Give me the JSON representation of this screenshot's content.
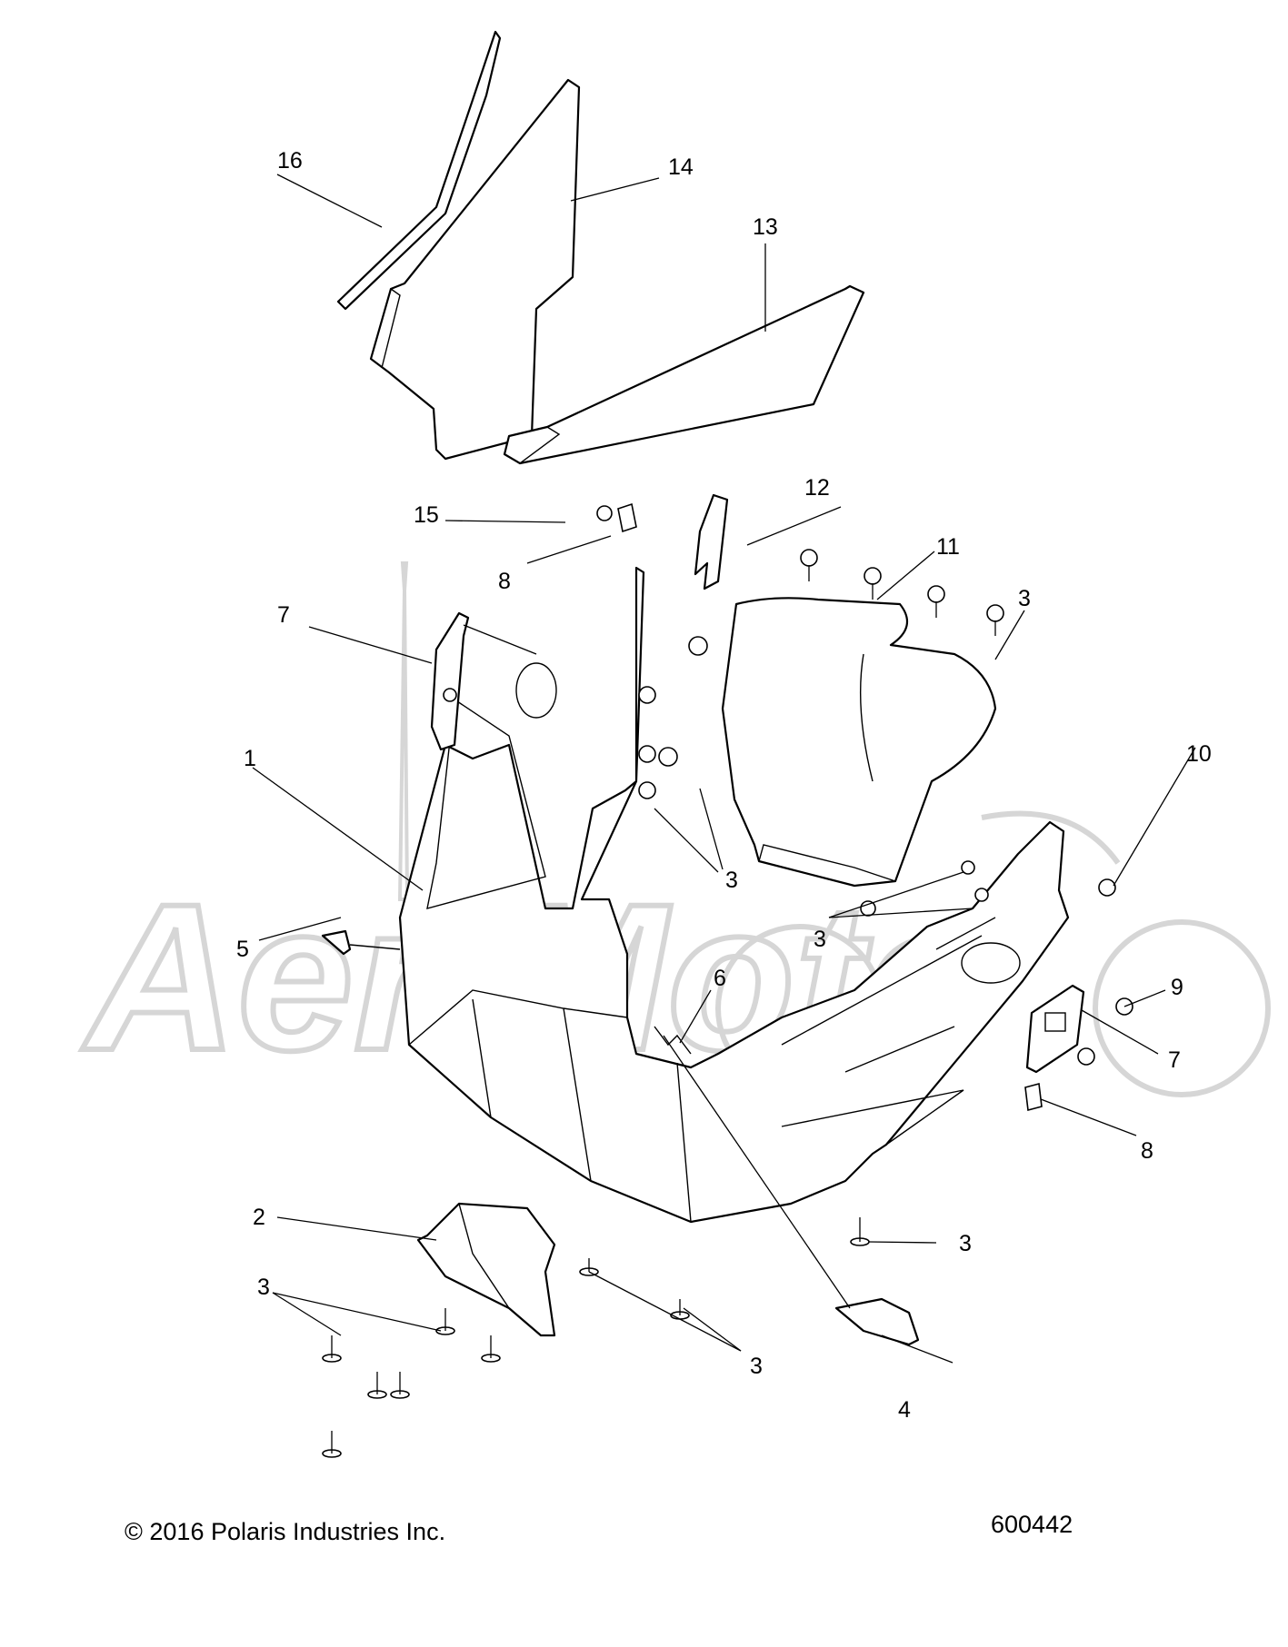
{
  "diagram": {
    "watermark": {
      "text": "AeriMoto",
      "color": "#d6d6d6"
    },
    "callouts": [
      {
        "id": "c1",
        "label": "1"
      },
      {
        "id": "c2",
        "label": "2"
      },
      {
        "id": "c3a",
        "label": "3"
      },
      {
        "id": "c3b",
        "label": "3"
      },
      {
        "id": "c3c",
        "label": "3"
      },
      {
        "id": "c3d",
        "label": "3"
      },
      {
        "id": "c3e",
        "label": "3"
      },
      {
        "id": "c3f",
        "label": "3"
      },
      {
        "id": "c4",
        "label": "4"
      },
      {
        "id": "c5",
        "label": "5"
      },
      {
        "id": "c6",
        "label": "6"
      },
      {
        "id": "c7a",
        "label": "7"
      },
      {
        "id": "c7b",
        "label": "7"
      },
      {
        "id": "c8a",
        "label": "8"
      },
      {
        "id": "c8b",
        "label": "8"
      },
      {
        "id": "c9",
        "label": "9"
      },
      {
        "id": "c10",
        "label": "10"
      },
      {
        "id": "c11",
        "label": "11"
      },
      {
        "id": "c12",
        "label": "12"
      },
      {
        "id": "c13",
        "label": "13"
      },
      {
        "id": "c14",
        "label": "14"
      },
      {
        "id": "c15",
        "label": "15"
      },
      {
        "id": "c16",
        "label": "16"
      }
    ],
    "copyright": "© 2016 Polaris Industries Inc.",
    "diagram_number": "600442"
  }
}
